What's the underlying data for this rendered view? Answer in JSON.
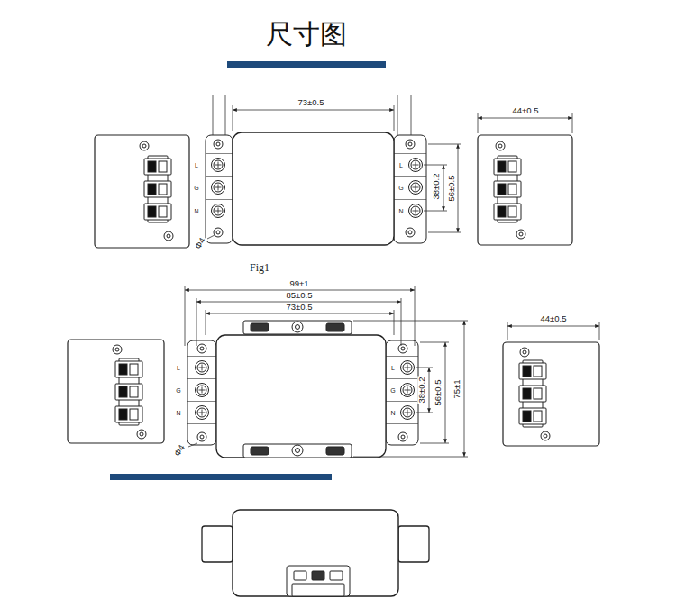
{
  "diagram": {
    "title": "尺寸图",
    "labels": [
      "73±0.5",
      "44±0.5",
      "L",
      "G",
      "N",
      "L",
      "G",
      "N",
      "38±0.2",
      "56±0.5",
      "Φ4",
      "Fig1",
      "99±1",
      "85±0.5",
      "73±0.5",
      "44±0.5",
      "L",
      "G",
      "N",
      "L",
      "G",
      "N",
      "38±0.2",
      "56±0.5",
      "75±1",
      "Φ4"
    ]
  }
}
